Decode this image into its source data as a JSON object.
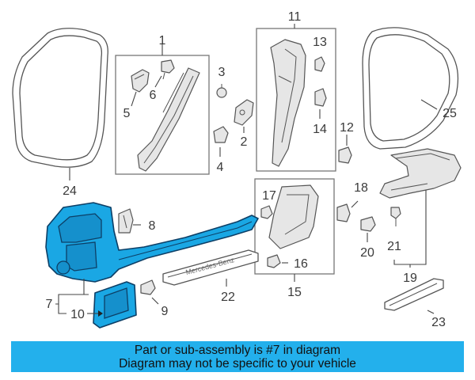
{
  "callouts": {
    "c1": "1",
    "c2": "2",
    "c3": "3",
    "c4": "4",
    "c5": "5",
    "c6": "6",
    "c7": "7",
    "c8": "8",
    "c9": "9",
    "c10": "10",
    "c11": "11",
    "c12": "12",
    "c13": "13",
    "c14": "14",
    "c15": "15",
    "c16": "16",
    "c17": "17",
    "c18": "18",
    "c19": "19",
    "c20": "20",
    "c21": "21",
    "c22": "22",
    "c23": "23",
    "c24": "24",
    "c25": "25"
  },
  "sill_plate_text": "Mercedes-Benz",
  "highlight_color": "#1aa7e4",
  "banner": {
    "line1": "Part or sub-assembly is #7 in diagram",
    "line2": "Diagram may not be specific to your vehicle",
    "background": "#23b0ec"
  }
}
